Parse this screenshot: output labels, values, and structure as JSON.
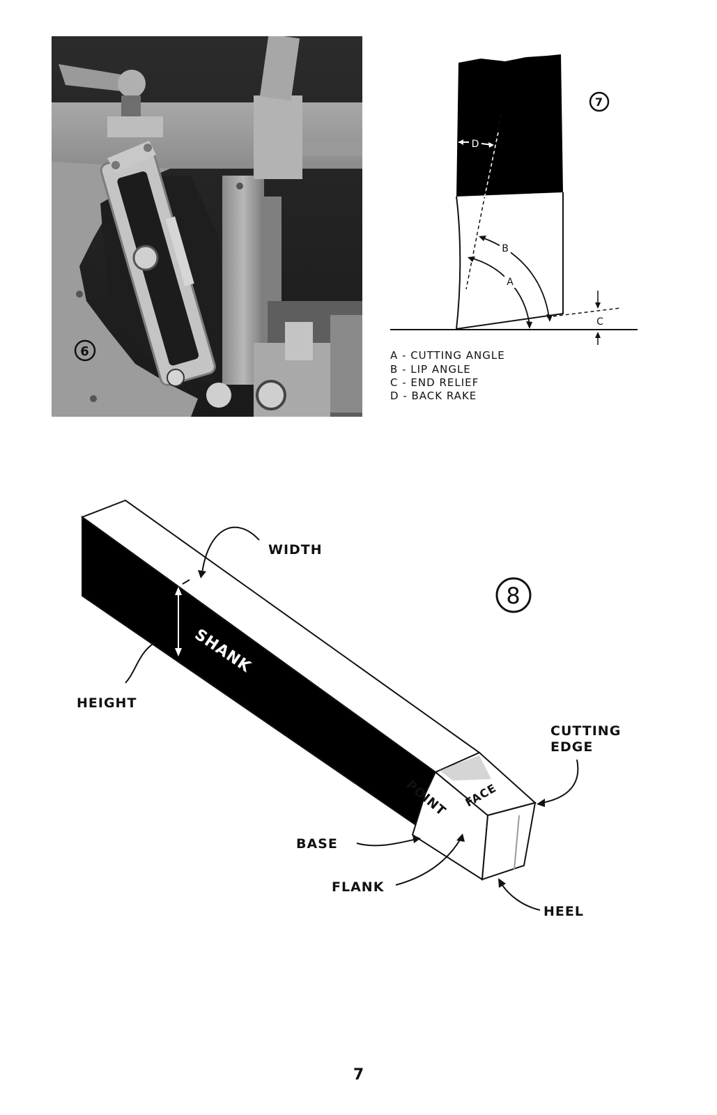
{
  "fig6": {
    "number": "6"
  },
  "fig7": {
    "number": "7",
    "labels": {
      "a": "A",
      "b": "B",
      "c": "C",
      "d": "D"
    },
    "legend": [
      "A - CUTTING ANGLE",
      "B - LIP ANGLE",
      "C - END RELIEF",
      "D - BACK RAKE"
    ]
  },
  "fig8": {
    "number": "8",
    "labels": {
      "width": "WIDTH",
      "height": "HEIGHT",
      "shank": "SHANK",
      "point": "POINT",
      "face": "FACE",
      "cutting_edge_1": "CUTTING",
      "cutting_edge_2": "EDGE",
      "base": "BASE",
      "flank": "FLANK",
      "heel": "HEEL"
    }
  },
  "page_number": "7"
}
